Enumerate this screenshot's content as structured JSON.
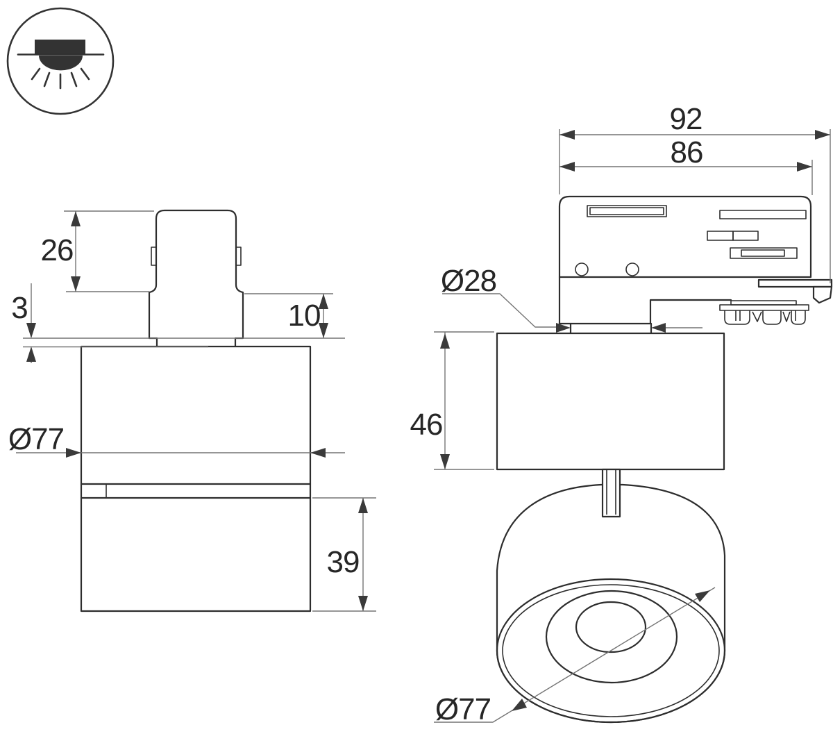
{
  "colors": {
    "outline": "#2d2d2d",
    "dimension_line": "#747474",
    "text": "#262626",
    "background": "#ffffff"
  },
  "legend_icon": {
    "name": "downlight-icon"
  },
  "front_view": {
    "name": "front-view",
    "dims": {
      "stem_height": "26",
      "recess_gap": "3",
      "collar_height": "10",
      "body_diameter": "Ø77",
      "head_height": "39"
    }
  },
  "side_view": {
    "name": "side-view",
    "dims": {
      "overall_length": "92",
      "adapter_length": "86",
      "stem_diameter": "Ø28",
      "body_height": "46",
      "face_diameter": "Ø77"
    }
  }
}
